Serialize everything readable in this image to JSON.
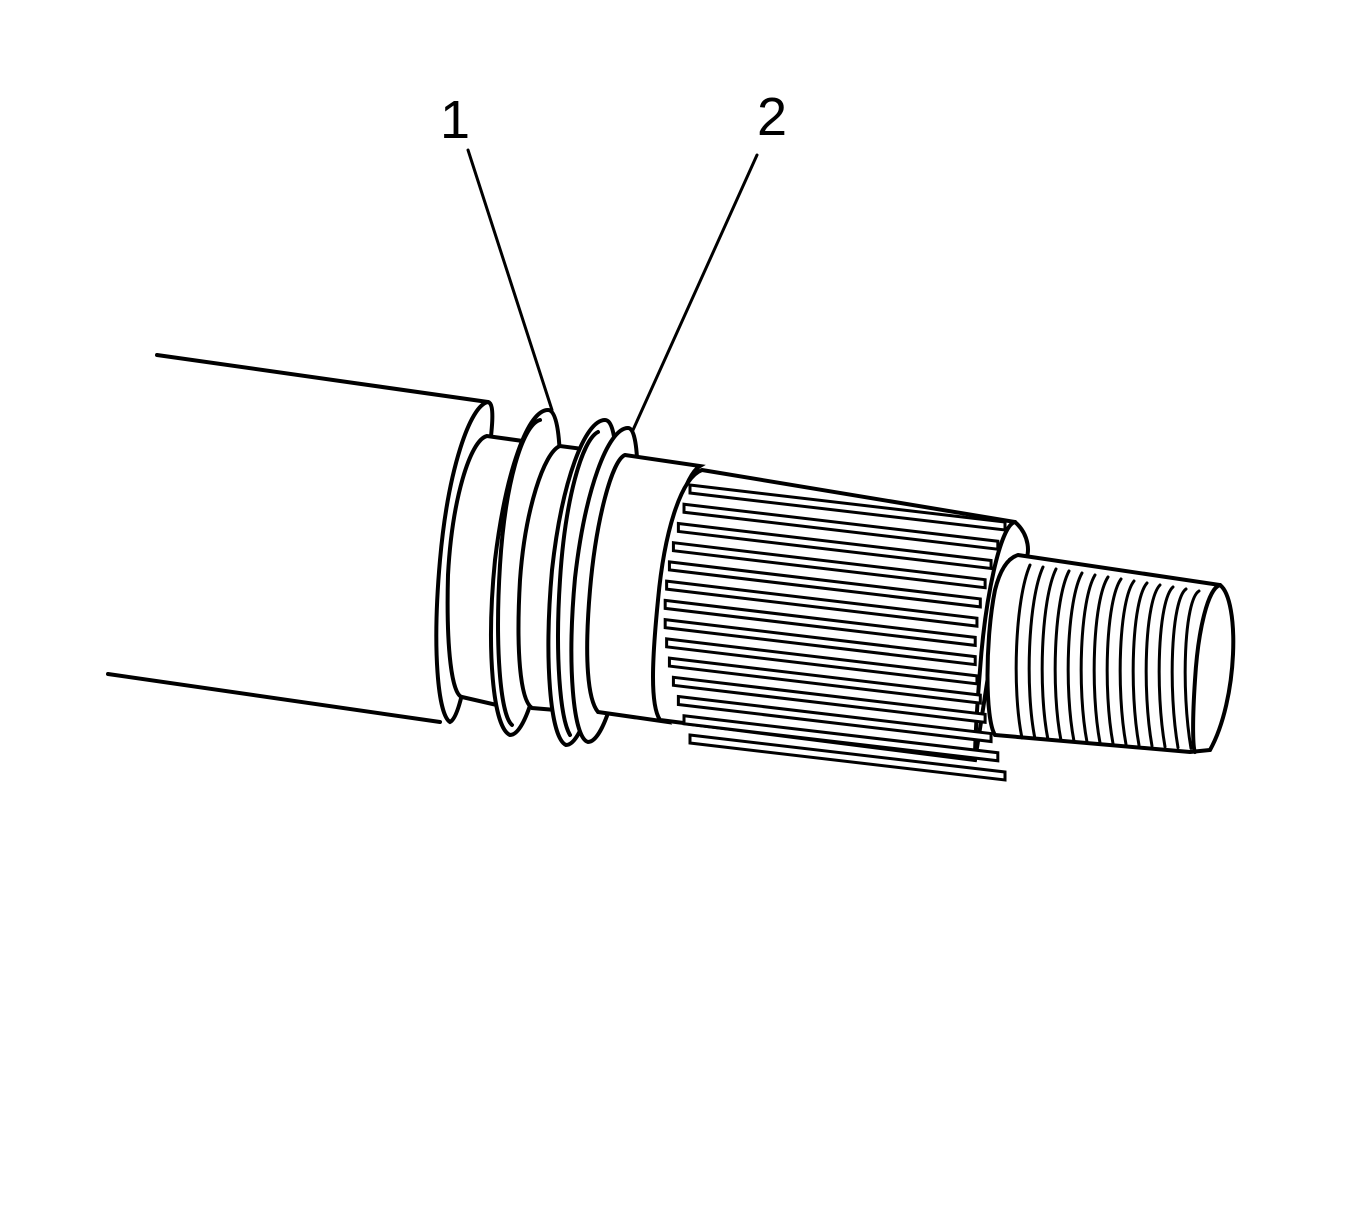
{
  "diagram": {
    "callouts": [
      {
        "id": "1",
        "label": "1"
      },
      {
        "id": "2",
        "label": "2"
      }
    ],
    "colors": {
      "ink": "#000000",
      "paper": "#ffffff"
    }
  }
}
